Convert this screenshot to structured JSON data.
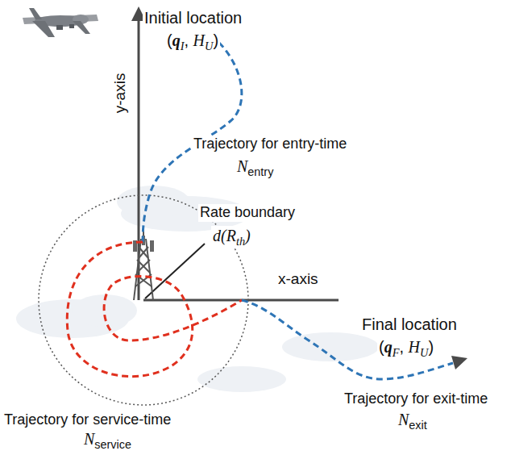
{
  "diagram": {
    "labels": [
      "Initial location",
      "(",
      "q",
      "I",
      ", ",
      "H",
      "U",
      ")",
      "y-axis",
      "Trajectory for entry-time",
      "N",
      "entry",
      "Rate boundary",
      "d(",
      "R",
      "th",
      ")",
      "Final location",
      "(",
      "q",
      "F",
      ", ",
      "H",
      "U",
      ")",
      "x-axis",
      "Trajectory for exit-time",
      "N",
      "exit",
      "Trajectory for service-time",
      "N",
      "service"
    ]
  }
}
